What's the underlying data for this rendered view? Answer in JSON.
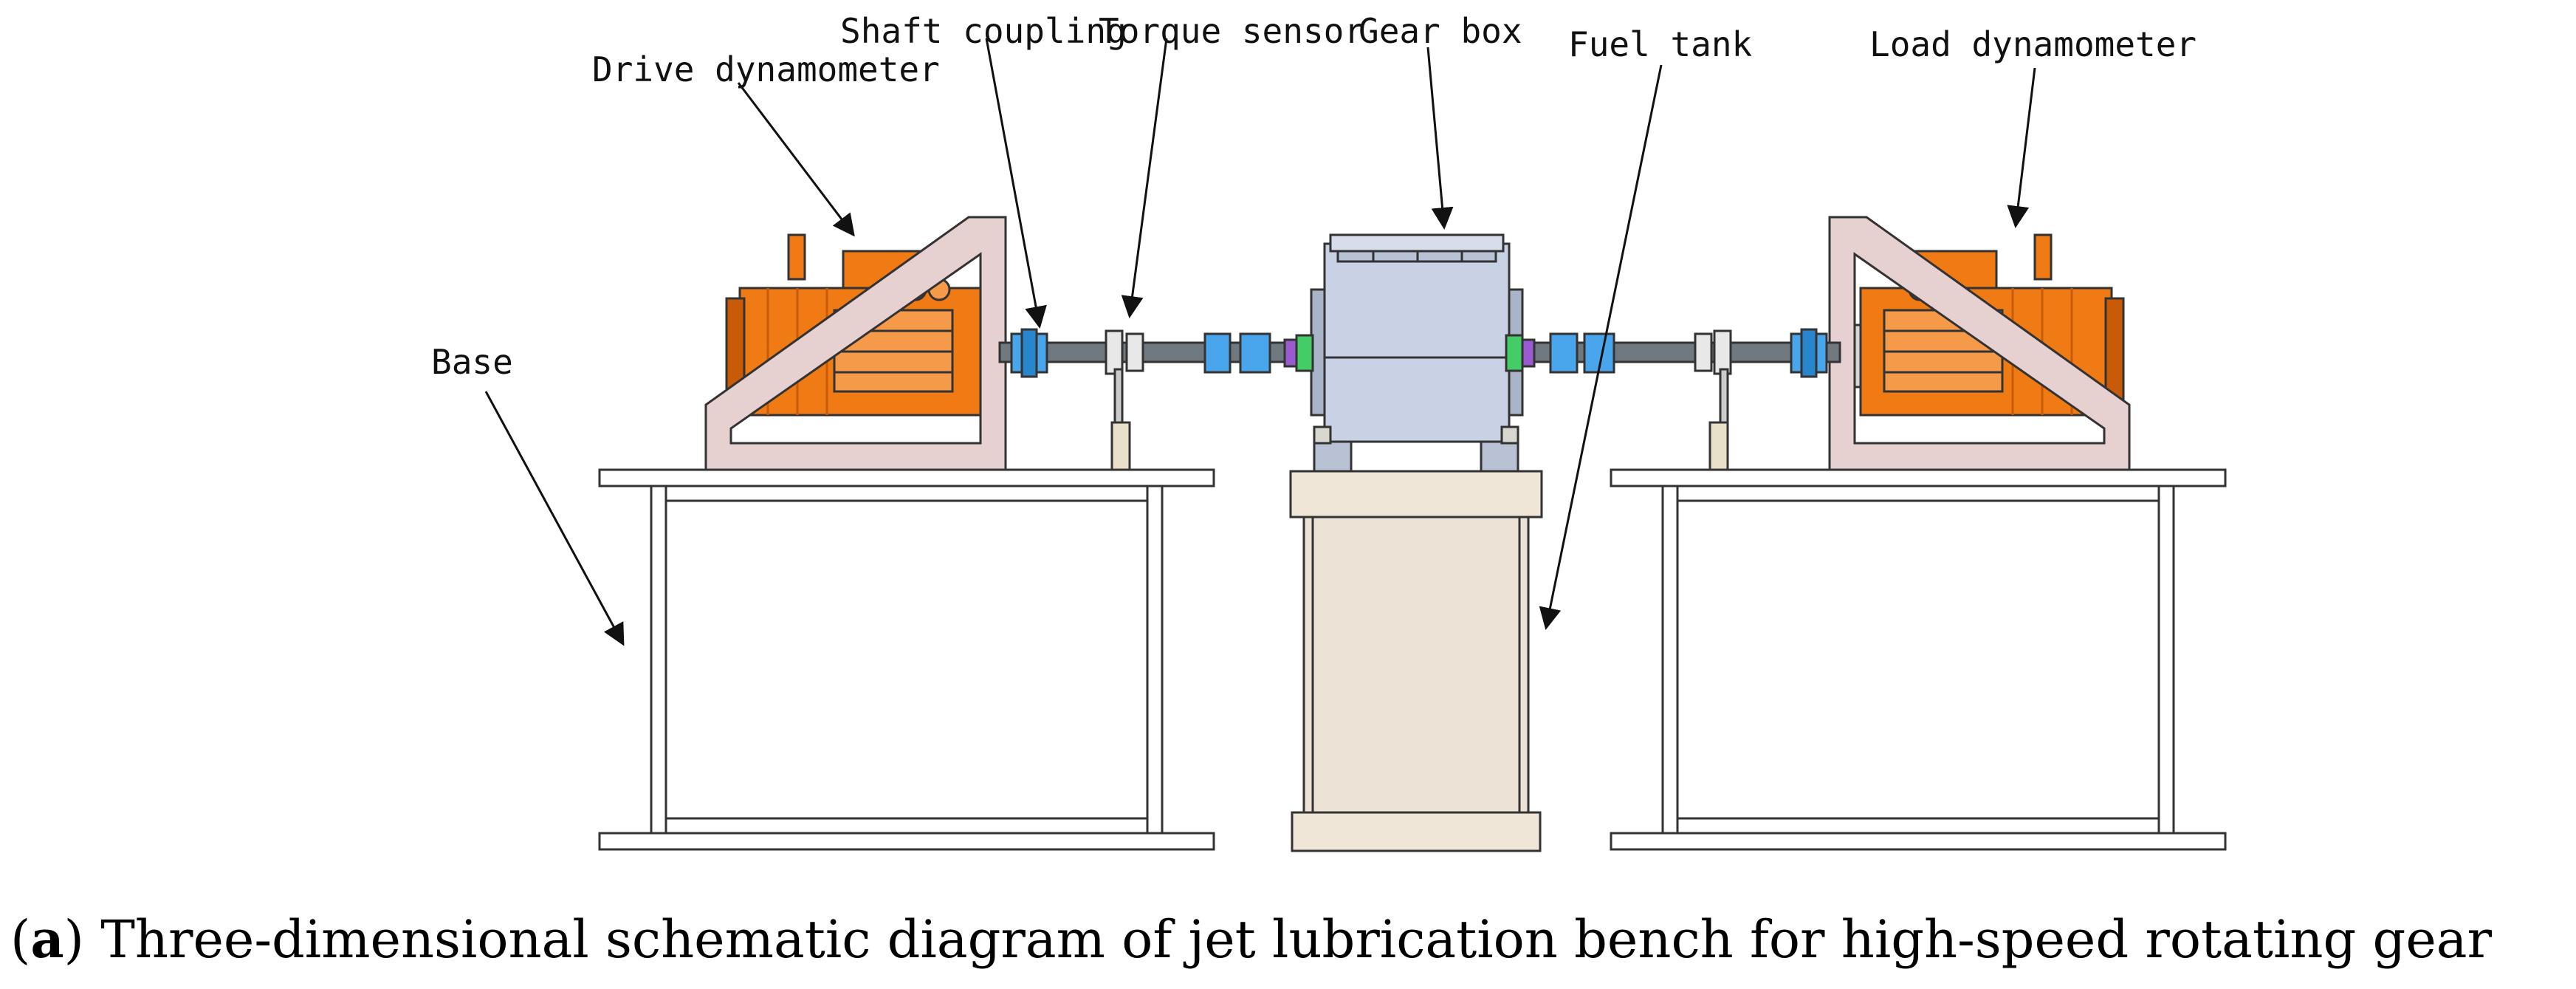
{
  "labels": {
    "drive_dynamometer": "Drive dynamometer",
    "shaft_coupling": "Shaft coupling",
    "torque_sensor": "Torque sensor",
    "gear_box": "Gear box",
    "fuel_tank": "Fuel tank",
    "load_dynamometer": "Load dynamometer",
    "base": "Base"
  },
  "caption": {
    "open": "(",
    "letter": "a",
    "text": ") Three-dimensional schematic diagram of jet lubrication bench for high-speed rotating gear"
  },
  "colors": {
    "motor_orange": "#f07a14",
    "motor_orange_dark": "#c85a08",
    "frame_pink": "#e6d0d0",
    "coupling_blue": "#4aa6ec",
    "coupling_green": "#44cc66",
    "shaft_purple": "#9a5ad0",
    "gearbox_blue": "#c8d2e4",
    "tank_beige": "#ece3d6",
    "outline": "#222222"
  }
}
